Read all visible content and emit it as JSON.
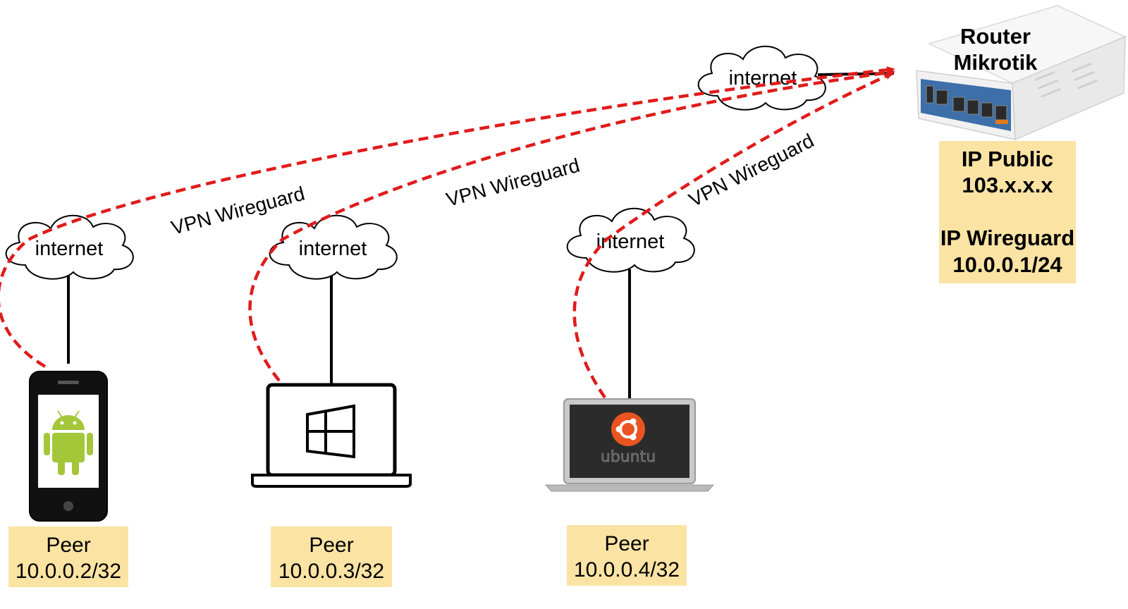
{
  "router": {
    "title_line1": "Router",
    "title_line2": "Mikrotik",
    "ip_public_label": "IP Public",
    "ip_public_value": "103.x.x.x",
    "ip_wireguard_label": "IP Wireguard",
    "ip_wireguard_value": "10.0.0.1/24"
  },
  "clouds": {
    "router_cloud": "internet",
    "android_cloud": "internet",
    "windows_cloud": "internet",
    "ubuntu_cloud": "internet"
  },
  "tunnels": {
    "android_label": "VPN Wireguard",
    "windows_label": "VPN Wireguard",
    "ubuntu_label": "VPN Wireguard"
  },
  "peers": [
    {
      "name": "Peer",
      "ip": "10.0.0.2/32",
      "device_icon": "android-phone-icon"
    },
    {
      "name": "Peer",
      "ip": "10.0.0.3/32",
      "device_icon": "windows-laptop-icon"
    },
    {
      "name": "Peer",
      "ip": "10.0.0.4/32",
      "device_icon": "ubuntu-laptop-icon"
    }
  ],
  "ubuntu_logo_text": "ubuntu",
  "colors": {
    "tunnel": "#e01b1b",
    "label_box": "#fbe3a4",
    "android_green": "#a4c639",
    "ubuntu_orange": "#e95420"
  }
}
